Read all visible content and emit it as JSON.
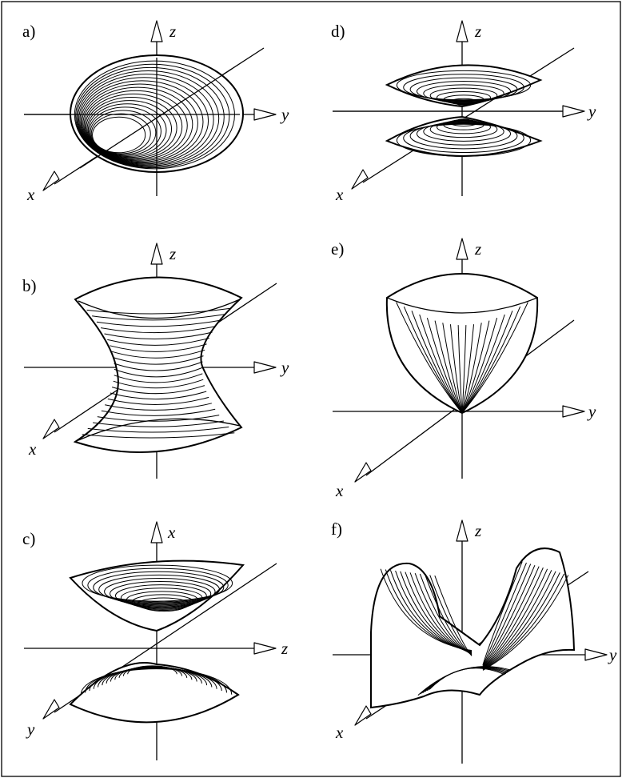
{
  "panels": [
    {
      "id": "a",
      "label": "a)",
      "axes": {
        "up": "z",
        "right": "y",
        "diag": "x"
      },
      "surface": "ellipsoid"
    },
    {
      "id": "b",
      "label": "b)",
      "axes": {
        "up": "z",
        "right": "y",
        "diag": "x"
      },
      "surface": "hyperboloid-one-sheet"
    },
    {
      "id": "c",
      "label": "c)",
      "axes": {
        "up": "x",
        "right": "z",
        "diag": "y"
      },
      "surface": "hyperboloid-two-sheets"
    },
    {
      "id": "d",
      "label": "d)",
      "axes": {
        "up": "z",
        "right": "y",
        "diag": "x"
      },
      "surface": "elliptic-cone"
    },
    {
      "id": "e",
      "label": "e)",
      "axes": {
        "up": "z",
        "right": "y",
        "diag": "x"
      },
      "surface": "elliptic-paraboloid"
    },
    {
      "id": "f",
      "label": "f)",
      "axes": {
        "up": "z",
        "right": "y",
        "diag": "x"
      },
      "surface": "hyperbolic-paraboloid"
    }
  ]
}
